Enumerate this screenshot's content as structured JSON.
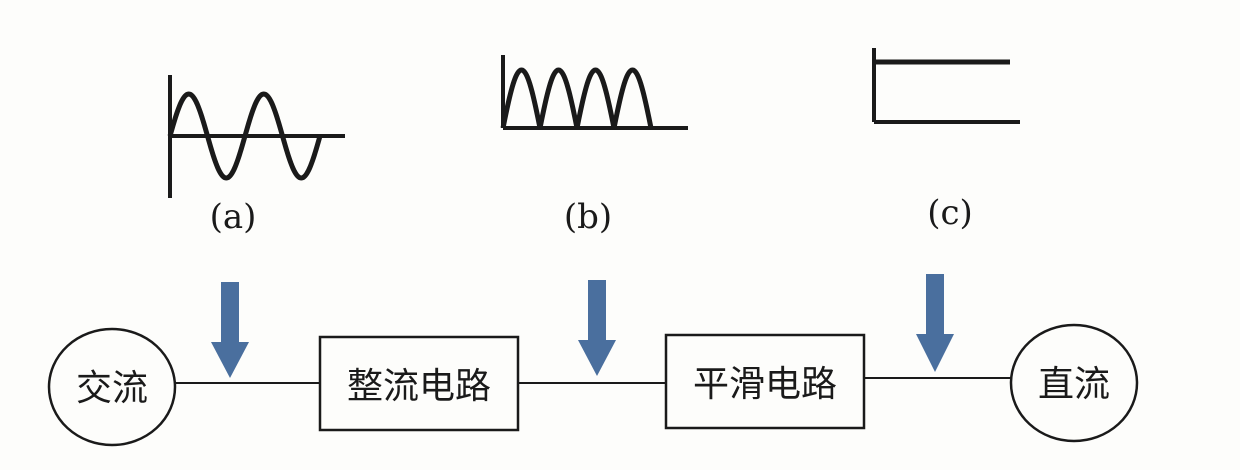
{
  "waveforms": [
    {
      "id": "a",
      "label": "(a)",
      "kind": "sine"
    },
    {
      "id": "b",
      "label": "(b)",
      "kind": "full-wave-rectified"
    },
    {
      "id": "c",
      "label": "(c)",
      "kind": "dc"
    }
  ],
  "nodes": {
    "source": "交流",
    "rectifier": "整流电路",
    "smoothing": "平滑电路",
    "output": "直流"
  },
  "colors": {
    "arrow": "#4a6f9e",
    "line": "#1a1a1a",
    "background": "#fdfdfb"
  }
}
